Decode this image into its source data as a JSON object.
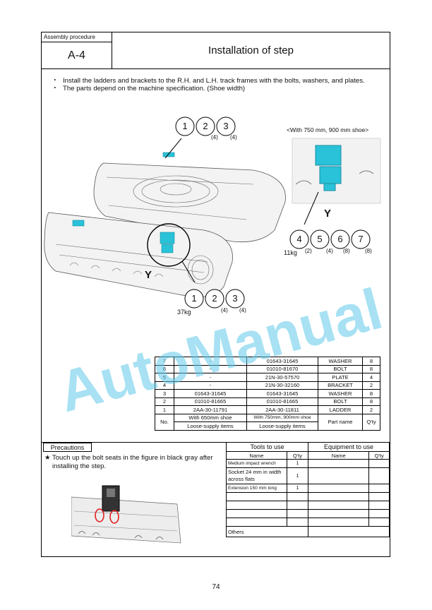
{
  "header": {
    "procedure_label": "Assembly procedure",
    "procedure_code": "A-4",
    "title": "Installation of step"
  },
  "instructions": [
    "Install the ladders and brackets to the R.H. and L.H. track frames with the bolts, washers, and plates.",
    "The parts depend on the machine specification. (Shoe width)"
  ],
  "illustration": {
    "detail_caption": "<With 750 mm, 900 mm shoe>",
    "view_label_left": "Y",
    "view_label_right": "Y",
    "callouts_top": {
      "n1": "1",
      "n2": "2",
      "n3": "3",
      "q2": "(4)",
      "q3": "(4)"
    },
    "callouts_bottom": {
      "n1": "1",
      "n2": "2",
      "n3": "3",
      "weight": "37kg",
      "q2": "(4)",
      "q3": "(4)"
    },
    "callouts_right": {
      "n4": "4",
      "n5": "5",
      "n6": "6",
      "n7": "7",
      "weight": "11kg",
      "q5": "(2)",
      "q6": "(4)",
      "q7": "(8)",
      "q7b": "(8)"
    }
  },
  "parts_table": {
    "rows": [
      {
        "no": "7",
        "a": "-",
        "b": "01643-31645",
        "name": "WASHER",
        "qty": "8"
      },
      {
        "no": "6",
        "a": "-",
        "b": "01010-81670",
        "name": "BOLT",
        "qty": "8"
      },
      {
        "no": "5",
        "a": "-",
        "b": "21N-30-57570",
        "name": "PLATE",
        "qty": "4"
      },
      {
        "no": "4",
        "a": "-",
        "b": "21N-30-32160",
        "name": "BRACKET",
        "qty": "2"
      },
      {
        "no": "3",
        "a": "01643-31645",
        "b": "01643-31645",
        "name": "WASHER",
        "qty": "8"
      },
      {
        "no": "2",
        "a": "01010-81665",
        "b": "01010-81665",
        "name": "BOLT",
        "qty": "8"
      },
      {
        "no": "1",
        "a": "2AA-30-11791",
        "b": "2AA-30-11811",
        "name": "LADDER",
        "qty": "2"
      }
    ],
    "head_no": "No.",
    "head_a1": "With 650mm shoe",
    "head_a2": "Loose-supply items",
    "head_b1": "With 750mm, 900mm shoe",
    "head_b2": "Loose-supply items",
    "head_name": "Part name",
    "head_qty": "Q'ty"
  },
  "precautions": {
    "label": "Precautions",
    "star": "★",
    "text": "Touch up the bolt seats in the figure in black gray after installing the step."
  },
  "tools": {
    "title": "Tools to use",
    "equipment_title": "Equipment to use",
    "col_name": "Name",
    "col_qty": "Q'ty",
    "eq_col_name": "Name",
    "eq_col_qty": "Q'ty",
    "items": [
      {
        "name": "Medium impact wrench",
        "qty": "1"
      },
      {
        "name": "Socket 24 mm in width across flats",
        "qty": "1"
      },
      {
        "name": "Extension 150 mm long",
        "qty": "1"
      }
    ],
    "others_label": "Others"
  },
  "page_number": "74",
  "watermark": "AutoManual",
  "colors": {
    "accent_cyan": "#29c2d8",
    "watermark": "#5fc9ea",
    "highlight_red": "#e02020"
  }
}
